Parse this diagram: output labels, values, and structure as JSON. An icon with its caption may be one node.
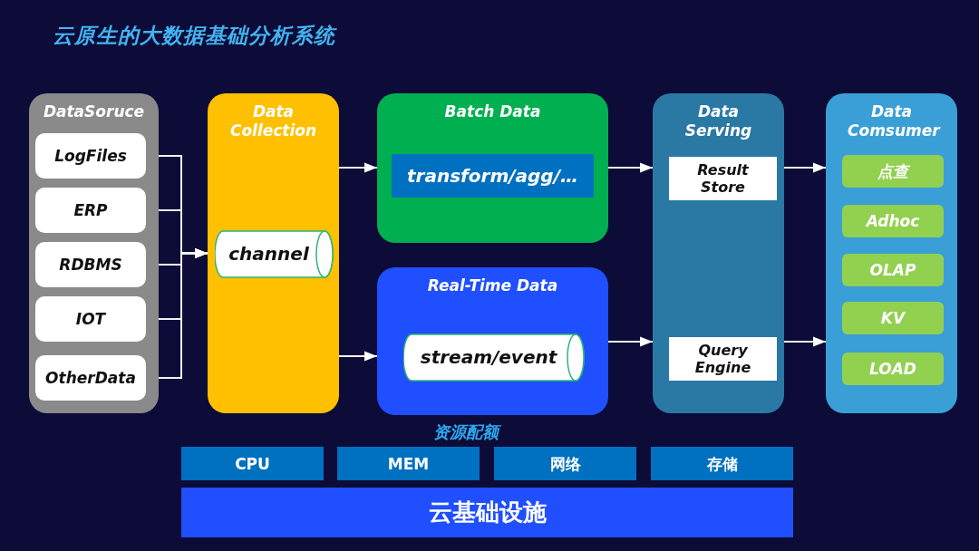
{
  "diagram": {
    "title": "云原生的大数据基础分析系统",
    "nodes": [
      {
        "text": [
          "DataSoruce"
        ]
      },
      {
        "text": [
          "LogFiles"
        ],
        "in": 0
      },
      {
        "text": [
          "ERP"
        ],
        "in": 0
      },
      {
        "text": [
          "RDBMS"
        ],
        "in": 0
      },
      {
        "text": [
          "IOT"
        ],
        "in": 0
      },
      {
        "text": [
          "OtherData"
        ],
        "in": 0
      },
      {
        "text": [
          "Data Collection"
        ]
      },
      {
        "text": [
          "channel"
        ],
        "in": 6
      },
      {
        "text": [
          "Batch Data"
        ]
      },
      {
        "text": [
          "transform/agg/…"
        ],
        "in": 8
      },
      {
        "text": [
          "Real-Time Data"
        ]
      },
      {
        "text": [
          "stream/event"
        ],
        "in": 10
      },
      {
        "text": [
          "Data Serving"
        ]
      },
      {
        "text": [
          "Result Store"
        ],
        "in": 12
      },
      {
        "text": [
          "Query Engine"
        ],
        "in": 12
      },
      {
        "text": [
          "Data Comsumer"
        ]
      },
      {
        "text": [
          "点查"
        ],
        "in": 15
      },
      {
        "text": [
          "Adhoc"
        ],
        "in": 15
      },
      {
        "text": [
          "OLAP"
        ],
        "in": 15
      },
      {
        "text": [
          "KV"
        ],
        "in": 15
      },
      {
        "text": [
          "LOAD"
        ],
        "in": 15
      },
      {
        "text": [
          "CPU"
        ]
      },
      {
        "text": [
          "MEM"
        ]
      },
      {
        "text": [
          "网络"
        ]
      },
      {
        "text": [
          "存储"
        ]
      },
      {
        "text": [
          "云基础设施"
        ]
      }
    ],
    "edges": [
      {
        "from": 1,
        "to": 6,
        "arrow": "to"
      },
      {
        "from": 2,
        "to": 6,
        "arrow": "to"
      },
      {
        "from": 3,
        "to": 6,
        "arrow": "to"
      },
      {
        "from": 4,
        "to": 6,
        "arrow": "to"
      },
      {
        "from": 5,
        "to": 6,
        "arrow": "to"
      },
      {
        "from": 6,
        "to": 8,
        "arrow": "to"
      },
      {
        "from": 6,
        "to": 10,
        "arrow": "to"
      },
      {
        "from": 8,
        "to": 12,
        "arrow": "to"
      },
      {
        "from": 10,
        "to": 12,
        "arrow": "to"
      },
      {
        "from": 12,
        "to": 15,
        "arrow": "to"
      },
      {
        "from": 12,
        "to": 15,
        "arrow": "to"
      }
    ],
    "labels": [
      "资源配额"
    ]
  }
}
